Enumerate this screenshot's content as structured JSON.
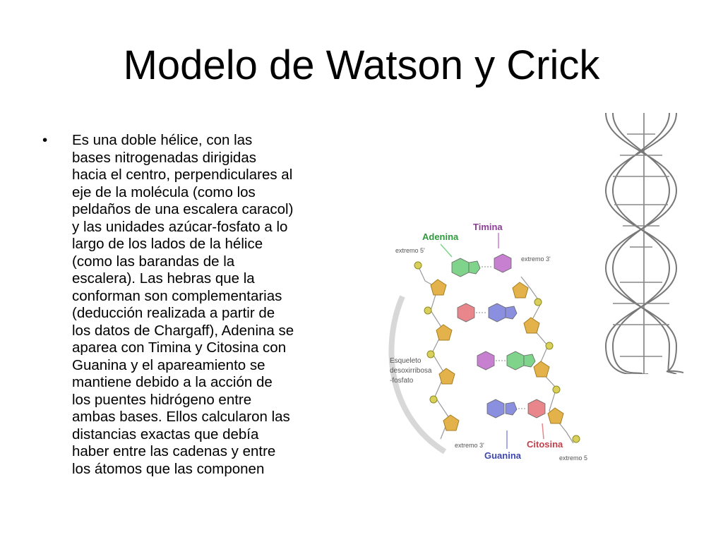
{
  "slide": {
    "title": "Modelo de Watson y Crick",
    "bullets": [
      {
        "marker": "•",
        "text": "Es una doble hélice, con las\nbases nitrogenadas dirigidas\nhacia el centro, perpendiculares al\neje de la molécula (como los\npeldaños de una escalera caracol)\ny las unidades azúcar-fosfato a lo\nlargo de los lados de la hélice\n(como las barandas de la\nescalera). Las hebras que la\nconforman son complementarias\n(deducción realizada a partir de\nlos datos de Chargaff), Adenina se\naparea con Timina y Citosina con\nGuanina y el apareamiento se\nmantiene debido a la acción de\nlos puentes hidrógeno entre\nambas bases. Ellos calcularon las\ndistancias exactas que debía\nhaber entre las cadenas y entre\nlos átomos que las componen"
      }
    ]
  },
  "diagram": {
    "labels": {
      "adenina": "Adenina",
      "timina": "Timina",
      "citosina": "Citosina",
      "guanina": "Guanina",
      "extremo5_top": "extremo 5'",
      "extremo3_top": "extremo 3'",
      "extremo3_bottom": "extremo 3'",
      "extremo5_bottom": "extremo 5",
      "esqueleto_1": "Esqueleto",
      "esqueleto_2": "desoxirribosa",
      "esqueleto_3": "-fosfato"
    },
    "colors": {
      "adenina": "#7fd38a",
      "timina": "#c77fd0",
      "citosina": "#e9868c",
      "guanina": "#8a8fe0",
      "sugar": "#e3b24a",
      "phosphate": "#d8d05a"
    }
  }
}
